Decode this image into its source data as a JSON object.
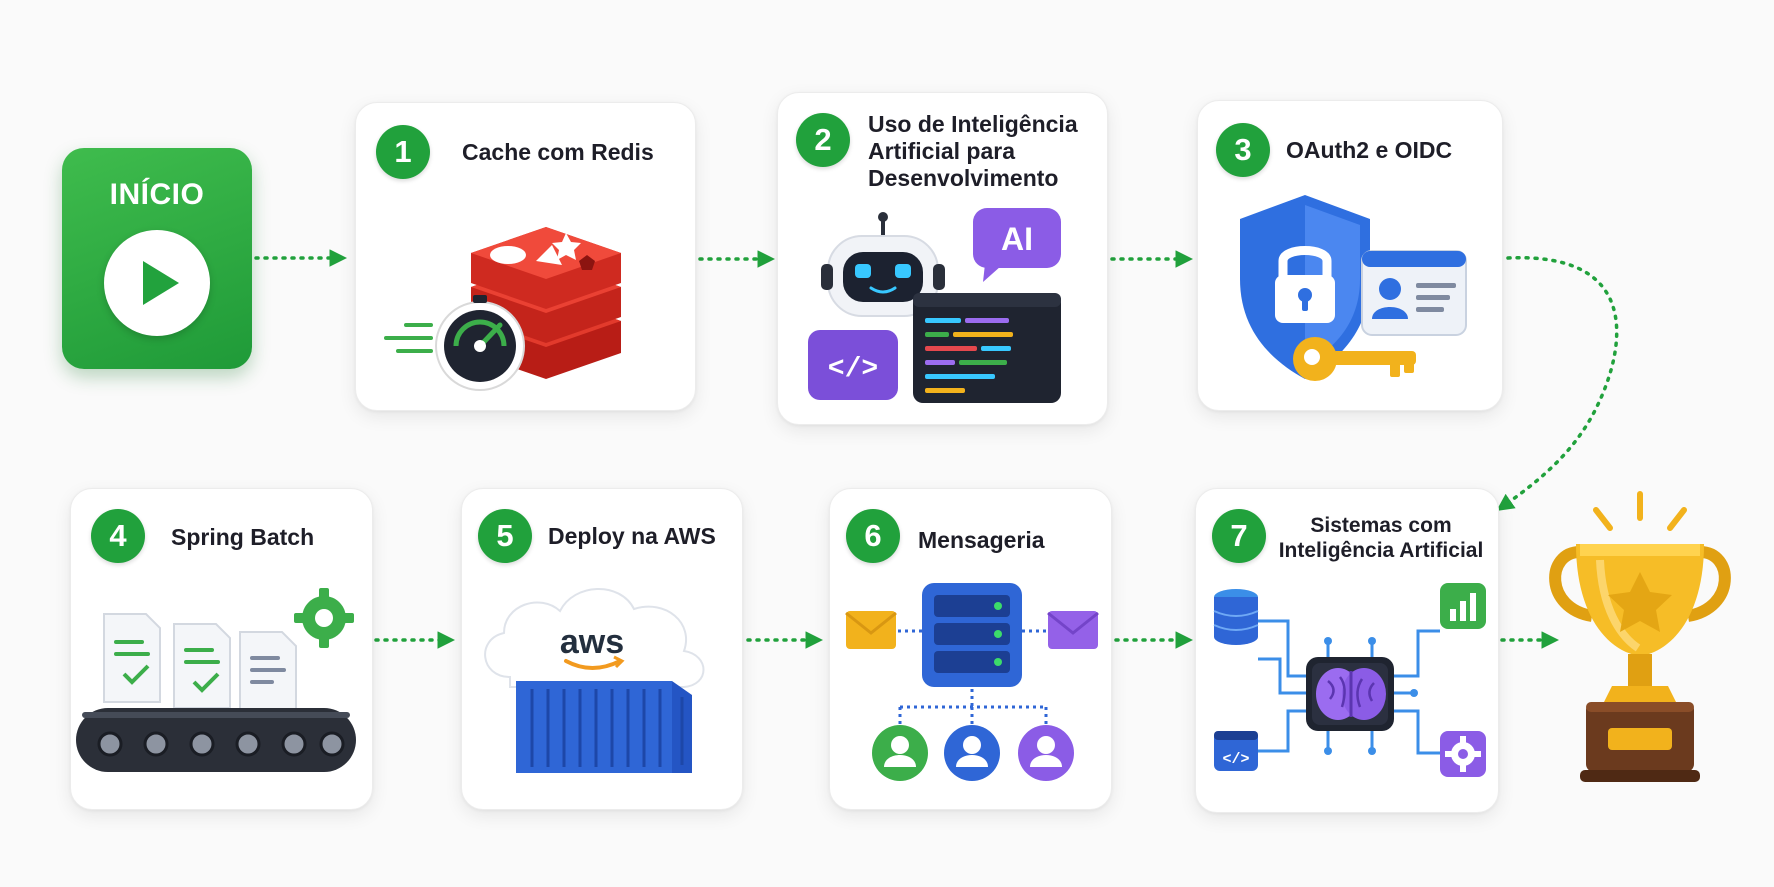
{
  "start": {
    "label": "INÍCIO"
  },
  "steps": [
    {
      "number": "1",
      "title": "Cache com Redis"
    },
    {
      "number": "2",
      "title_lines": [
        "Uso de Inteligência",
        "Artificial para",
        "Desenvolvimento"
      ]
    },
    {
      "number": "3",
      "title": "OAuth2 e OIDC"
    },
    {
      "number": "4",
      "title": "Spring Batch"
    },
    {
      "number": "5",
      "title": "Deploy na AWS"
    },
    {
      "number": "6",
      "title": "Mensageria"
    },
    {
      "number": "7",
      "title_lines": [
        "Sistemas com",
        "Inteligência Artificial"
      ]
    }
  ],
  "illustrations": {
    "ai_bubble": "AI",
    "code_tag": "</>",
    "aws_logo": "aws"
  },
  "colors": {
    "accent_green": "#21a13c",
    "redis_red": "#d82a20",
    "shield_blue": "#2f6fe0",
    "purple": "#7b4fd9",
    "trophy_gold": "#f2b21c"
  },
  "icons": [
    "play-icon",
    "redis-icon",
    "speedometer-icon",
    "robot-icon",
    "ai-chat-icon",
    "code-icon",
    "code-editor-icon",
    "shield-lock-icon",
    "id-card-icon",
    "key-icon",
    "gear-icon",
    "document-icon",
    "conveyor-belt-icon",
    "cloud-icon",
    "container-icon",
    "message-broker-icon",
    "envelope-icon",
    "user-icon",
    "brain-chip-icon",
    "database-icon",
    "bar-chart-icon",
    "trophy-icon"
  ]
}
